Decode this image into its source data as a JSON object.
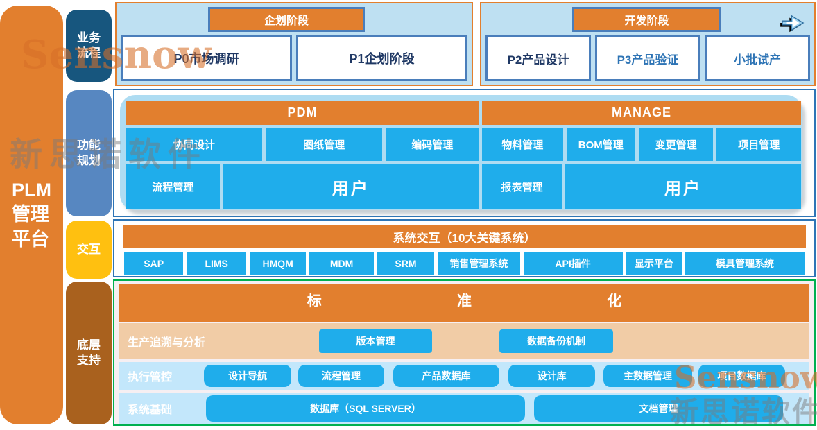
{
  "sidebar": {
    "title": "PLM\n管理\n平台"
  },
  "row_labels": [
    {
      "text": "业务\n流程"
    },
    {
      "text": "功能\n规划"
    },
    {
      "text": "交互"
    },
    {
      "text": "底层\n支持"
    }
  ],
  "business_process": {
    "planning": {
      "header": "企划阶段",
      "boxes": [
        "P0市场调研",
        "P1企划阶段"
      ]
    },
    "development": {
      "header": "开发阶段",
      "boxes": [
        "P2产品设计",
        "P3产品验证",
        "小批试产"
      ]
    },
    "icons": {
      "development_arrow": "arrow-right-icon"
    }
  },
  "function_planning": {
    "pdm": {
      "header": "PDM",
      "row1": [
        "协同设计",
        "图纸管理",
        "编码管理"
      ],
      "row2": [
        "流程管理",
        "用户"
      ]
    },
    "manage": {
      "header": "MANAGE",
      "row1": [
        "物料管理",
        "BOM管理",
        "变更管理",
        "项目管理"
      ],
      "row2": [
        "报表管理",
        "用户"
      ]
    }
  },
  "interaction": {
    "header": "系统交互（10大关键系统）",
    "systems": [
      "SAP",
      "LIMS",
      "HMQM",
      "MDM",
      "SRM",
      "销售管理系统",
      "API插件",
      "显示平台",
      "模具管理系统"
    ]
  },
  "base_support": {
    "header": "标准化",
    "rows": [
      {
        "label": "生产追溯与分析",
        "buttons": [
          "版本管理",
          "数据备份机制"
        ]
      },
      {
        "label": "执行管控",
        "buttons": [
          "设计导航",
          "流程管理",
          "产品数据库",
          "设计库",
          "主数据管理",
          "项目数据库"
        ]
      },
      {
        "label": "系统基础",
        "buttons": [
          "数据库（SQL SERVER）",
          "文档管理"
        ]
      }
    ]
  },
  "watermarks": {
    "brand": "Sensnow",
    "company": "新思诺软件"
  },
  "colors": {
    "orange": "#E27F2E",
    "box_blue": "#1FADEB",
    "panel_blue": "#AEDCF2",
    "light_blue_bg": "#BEE0F2",
    "section_border_blue": "#2E75B6",
    "section_border_green": "#00B050",
    "tan_row": "#F1CCA6",
    "light_blue_row": "#C3E7FB",
    "label_dark_blue": "#17567E",
    "label_steel_blue": "#5787C1",
    "label_yellow": "#FFC010",
    "label_brown": "#A9611E",
    "white_box_border": "#4A7EBB",
    "navy_text": "#1F3864"
  }
}
